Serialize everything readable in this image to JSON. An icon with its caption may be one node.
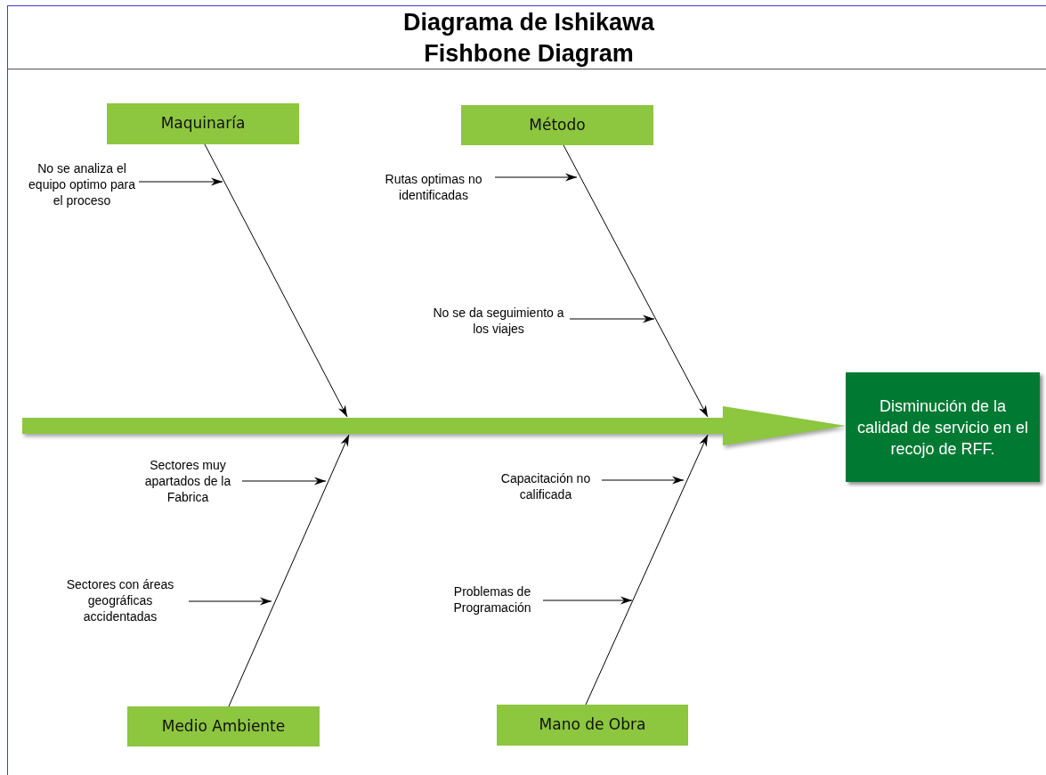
{
  "diagram": {
    "title": "Diagrama de Ishikawa",
    "nodes": [
      {
        "text": [
          "Maquinaría"
        ]
      },
      {
        "text": [
          "Método"
        ]
      },
      {
        "text": [
          "Medio Ambiente"
        ]
      },
      {
        "text": [
          "Mano de Obra"
        ]
      },
      {
        "text": [
          "Disminución de la calidad de servicio en el recojo de RFF."
        ]
      },
      {
        "text": [
          "No se analiza el equipo optimo para el proceso"
        ]
      },
      {
        "text": [
          "Rutas optimas no identificadas"
        ]
      },
      {
        "text": [
          "No se da seguimiento a los viajes"
        ]
      },
      {
        "text": [
          "Sectores muy apartados de la Fabrica"
        ]
      },
      {
        "text": [
          "Sectores con áreas geográficas accidentadas"
        ]
      },
      {
        "text": [
          "Capacitación no calificada"
        ]
      },
      {
        "text": [
          "Problemas de Programación"
        ]
      }
    ],
    "edges": [
      {
        "from": 0,
        "to": null,
        "arrow": "to"
      },
      {
        "from": 1,
        "to": null,
        "arrow": "to"
      },
      {
        "from": 2,
        "to": null,
        "arrow": "to"
      },
      {
        "from": 3,
        "to": null,
        "arrow": "to"
      },
      {
        "from": null,
        "to": 4,
        "arrow": "to",
        "style": "thick",
        "color": "#8dc63f"
      },
      {
        "from": 5,
        "to": null,
        "arrow": "to"
      },
      {
        "from": 6,
        "to": null,
        "arrow": "to"
      },
      {
        "from": 7,
        "to": null,
        "arrow": "to"
      },
      {
        "from": 8,
        "to": null,
        "arrow": "to"
      },
      {
        "from": 9,
        "to": null,
        "arrow": "to"
      },
      {
        "from": 10,
        "to": null,
        "arrow": "to"
      },
      {
        "from": 11,
        "to": null,
        "arrow": "to"
      }
    ],
    "labels": [
      "Fishbone Diagram"
    ]
  }
}
